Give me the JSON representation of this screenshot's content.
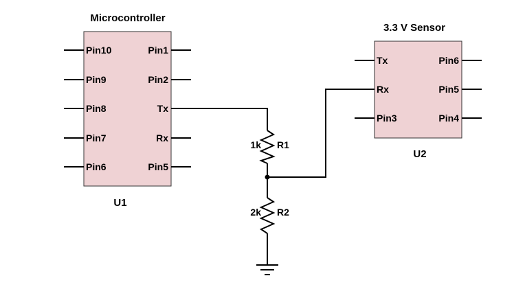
{
  "u1": {
    "title": "Microcontroller",
    "ref": "U1",
    "left_pins": [
      "Pin10",
      "Pin9",
      "Pin8",
      "Pin7",
      "Pin6"
    ],
    "right_pins": [
      "Pin1",
      "Pin2",
      "Tx",
      "Rx",
      "Pin5"
    ]
  },
  "u2": {
    "title": "3.3 V Sensor",
    "ref": "U2",
    "left_pins": [
      "Tx",
      "Rx",
      "Pin3"
    ],
    "right_pins": [
      "Pin6",
      "Pin5",
      "Pin4"
    ]
  },
  "r1": {
    "ref": "R1",
    "value": "1k"
  },
  "r2": {
    "ref": "R2",
    "value": "2k"
  },
  "colors": {
    "chip_fill": "#efd2d4",
    "wire": "#000000"
  }
}
